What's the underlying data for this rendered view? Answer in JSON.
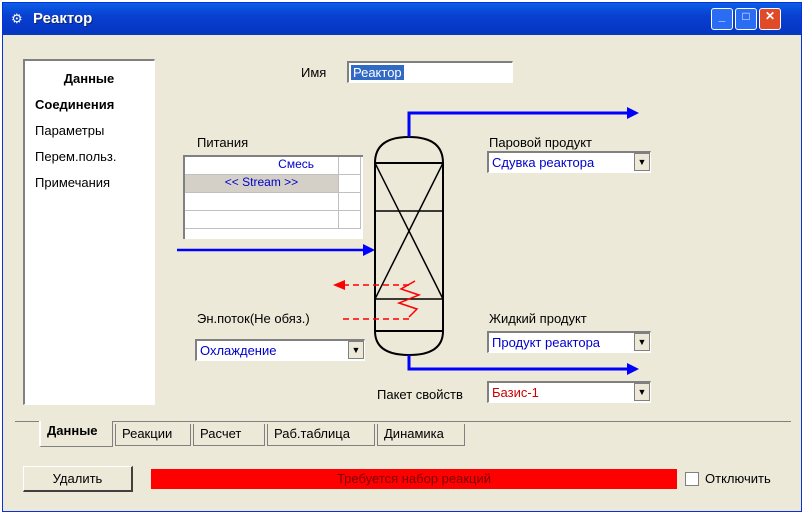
{
  "window": {
    "title": "Реактор",
    "min_symbol": "_",
    "max_symbol": "□",
    "close_symbol": "✕"
  },
  "sidebar": {
    "header": "Данные",
    "items": [
      {
        "label": "Соединения",
        "selected": true
      },
      {
        "label": "Параметры"
      },
      {
        "label": "Перем.польз."
      },
      {
        "label": "Примечания"
      }
    ]
  },
  "name": {
    "label": "Имя",
    "value": "Реактор"
  },
  "feeds": {
    "label": "Питания",
    "header": "Смесь",
    "row": "<< Stream >>"
  },
  "vapor": {
    "label": "Паровой продукт",
    "value": "Сдувка реактора"
  },
  "liquid": {
    "label": "Жидкий продукт",
    "value": "Продукт реактора"
  },
  "energy": {
    "label": "Эн.поток(Не обяз.)",
    "value": "Охлаждение"
  },
  "property_package": {
    "label": "Пакет свойств",
    "value": "Базис-1"
  },
  "tabs": [
    "Данные",
    "Реакции",
    "Расчет",
    "Раб.таблица",
    "Динамика"
  ],
  "footer": {
    "delete_label": "Удалить",
    "status_text": "Требуется набор реакций",
    "ignore_label": "Отключить"
  },
  "colors": {
    "accent": "#0a3fd0",
    "status": "#ff0000",
    "stream": "#0000ff",
    "energy": "#ff0000"
  },
  "icons": {
    "combo_arrow": "chevron-down-icon",
    "app": "hysys-icon"
  }
}
